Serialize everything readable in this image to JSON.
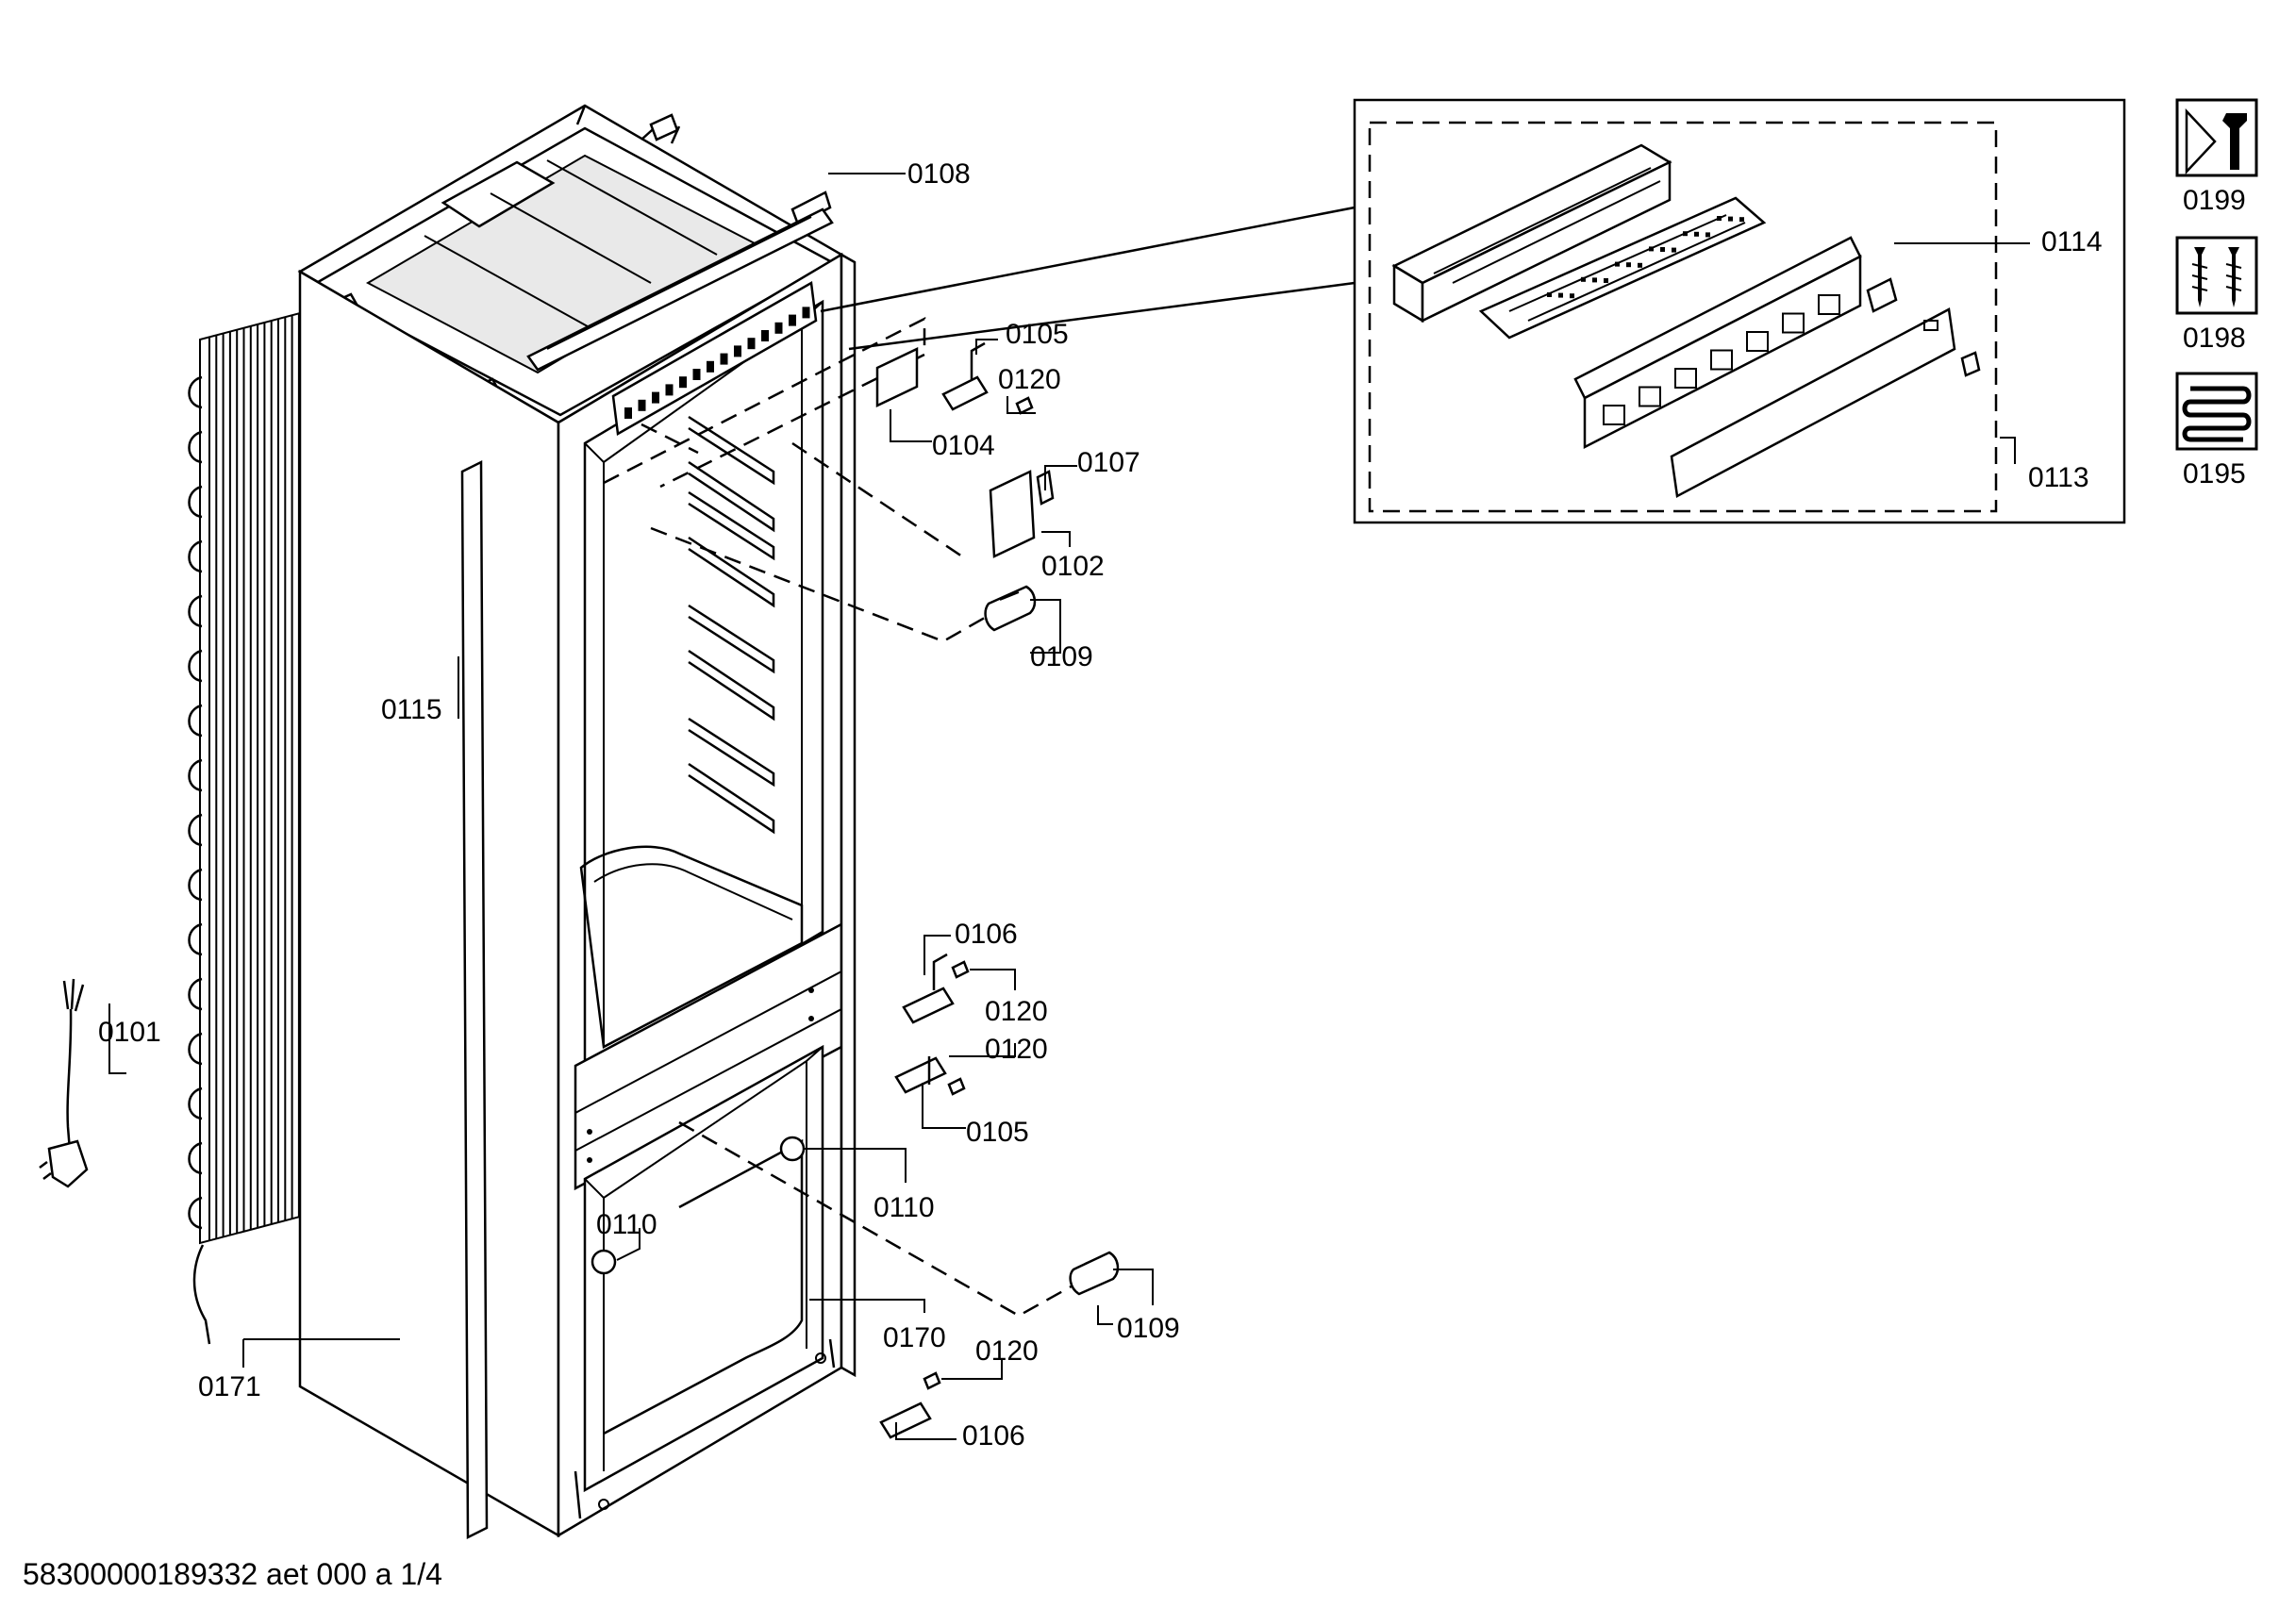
{
  "labels": {
    "p0108": "0108",
    "p0105a": "0105",
    "p0120a": "0120",
    "p0104": "0104",
    "p0107": "0107",
    "p0102": "0102",
    "p0109a": "0109",
    "p0114": "0114",
    "p0113": "0113",
    "p0115": "0115",
    "p0101": "0101",
    "p0106a": "0106",
    "p0120b": "0120",
    "p0120c": "0120",
    "p0105b": "0105",
    "p0110a": "0110",
    "p0110b": "0110",
    "p0109b": "0109",
    "p0170": "0170",
    "p0120d": "0120",
    "p0106b": "0106",
    "p0171": "0171"
  },
  "legend": {
    "tools": {
      "code": "0199",
      "icon": "wrench-nut-icon"
    },
    "screws": {
      "code": "0198",
      "icon": "screws-icon"
    },
    "heater": {
      "code": "0195",
      "icon": "coil-icon"
    }
  },
  "document_id": "58300000189332 aet 000 a 1/4"
}
